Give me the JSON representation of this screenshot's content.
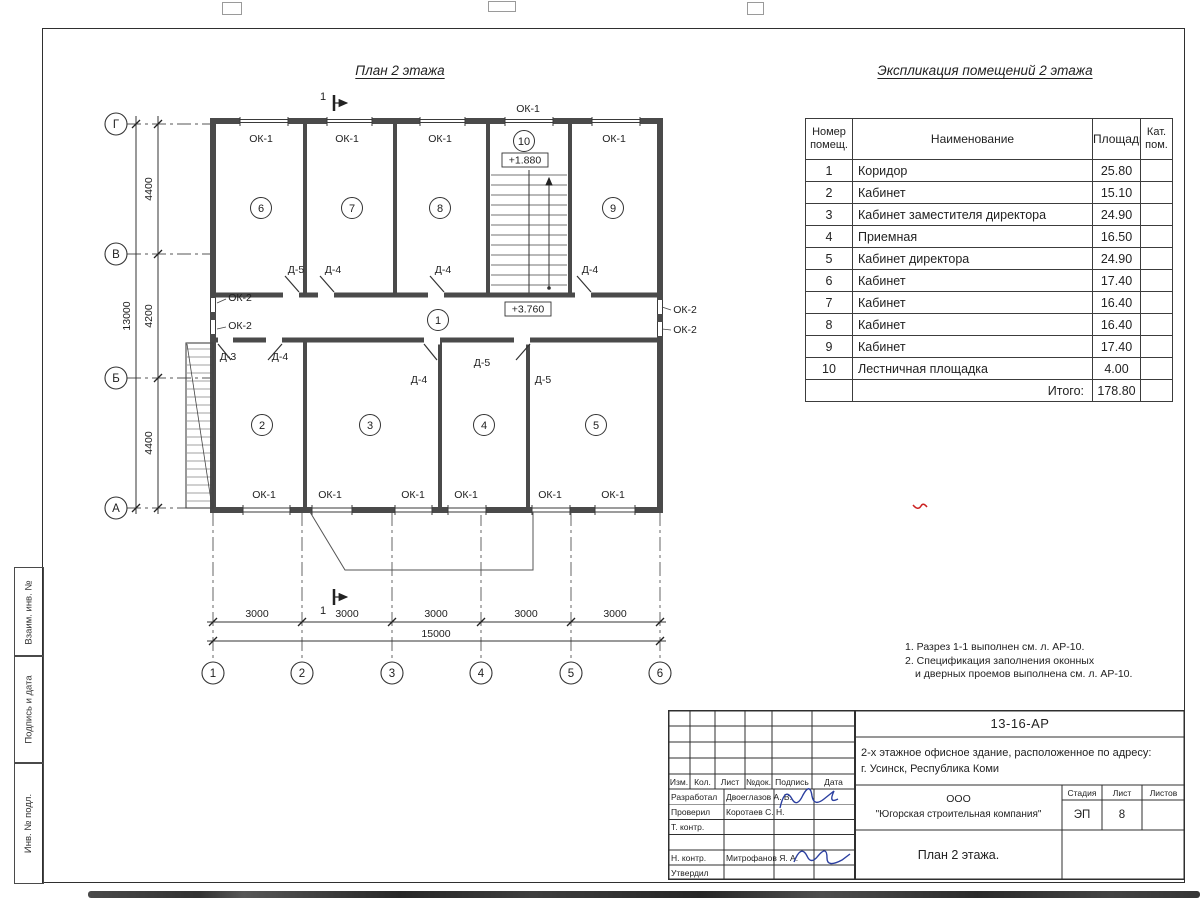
{
  "plan": {
    "title": "План 2 этажа",
    "axis_rows": [
      "Г",
      "В",
      "Б",
      "А"
    ],
    "axis_cols": [
      "1",
      "2",
      "3",
      "4",
      "5",
      "6"
    ],
    "dims_v": [
      "4400",
      "4200",
      "4400"
    ],
    "dim_v_total": "13000",
    "dims_h": [
      "3000",
      "3000",
      "3000",
      "3000",
      "3000"
    ],
    "dim_h_total": "15000",
    "labels": {
      "ok1": "ОК-1",
      "ok2": "ОК-2",
      "d3": "Д-3",
      "d4": "Д-4",
      "d5": "Д-5"
    },
    "levels": {
      "landing": "+1.880",
      "floor": "+3.760"
    },
    "rooms": [
      "1",
      "2",
      "3",
      "4",
      "5",
      "6",
      "7",
      "8",
      "9",
      "10"
    ],
    "section_label": "1"
  },
  "schedule": {
    "title": "Экспликация помещений 2 этажа",
    "columns": {
      "num_l1": "Номер",
      "num_l2": "помещ.",
      "name": "Наименование",
      "area": "Площадь",
      "cat_l1": "Кат.",
      "cat_l2": "пом."
    },
    "rows": [
      {
        "num": "1",
        "name": "Коридор",
        "area": "25.80"
      },
      {
        "num": "2",
        "name": "Кабинет",
        "area": "15.10"
      },
      {
        "num": "3",
        "name": "Кабинет заместителя директора",
        "area": "24.90"
      },
      {
        "num": "4",
        "name": "Приемная",
        "area": "16.50"
      },
      {
        "num": "5",
        "name": "Кабинет директора",
        "area": "24.90"
      },
      {
        "num": "6",
        "name": "Кабинет",
        "area": "17.40"
      },
      {
        "num": "7",
        "name": "Кабинет",
        "area": "16.40"
      },
      {
        "num": "8",
        "name": "Кабинет",
        "area": "16.40"
      },
      {
        "num": "9",
        "name": "Кабинет",
        "area": "17.40"
      },
      {
        "num": "10",
        "name": "Лестничная площадка",
        "area": "4.00"
      }
    ],
    "total_label": "Итого:",
    "total_value": "178.80"
  },
  "notes": [
    "1. Разрез 1-1 выполнен см. л. АР-10.",
    "2. Спецификация заполнения оконных",
    "и дверных проемов выполнена см. л. АР-10."
  ],
  "titleblock": {
    "doc_number": "13-16-АР",
    "project_line1": "2-х этажное офисное здание, расположенное по адресу:",
    "project_line2": "г. Усинск, Республика Коми",
    "header_cols": [
      "Изм.",
      "Кол.",
      "Лист",
      "№док.",
      "Подпись",
      "Дата"
    ],
    "roles": [
      {
        "role": "Разработал",
        "name": "Двоеглазов А. В."
      },
      {
        "role": "Проверил",
        "name": "Коротаев С. Н."
      },
      {
        "role": "Т. контр.",
        "name": ""
      },
      {
        "role": "",
        "name": ""
      },
      {
        "role": "Н. контр.",
        "name": "Митрофанов Я. А."
      },
      {
        "role": "Утвердил",
        "name": ""
      }
    ],
    "company_line1": "ООО",
    "company_line2": "\"Югорская строительная компания\"",
    "stage_label": "Стадия",
    "sheet_label": "Лист",
    "sheets_label": "Листов",
    "stage_value": "ЭП",
    "sheet_value": "8",
    "sheet_name": "План 2 этажа."
  },
  "side_stamps": [
    "Взаим. инв. №",
    "Подпись и дата",
    "Инв. № подл."
  ],
  "colors": {
    "line": "#2b2b2b",
    "signature": "#2b3fa0",
    "redmark": "#cc2222"
  }
}
